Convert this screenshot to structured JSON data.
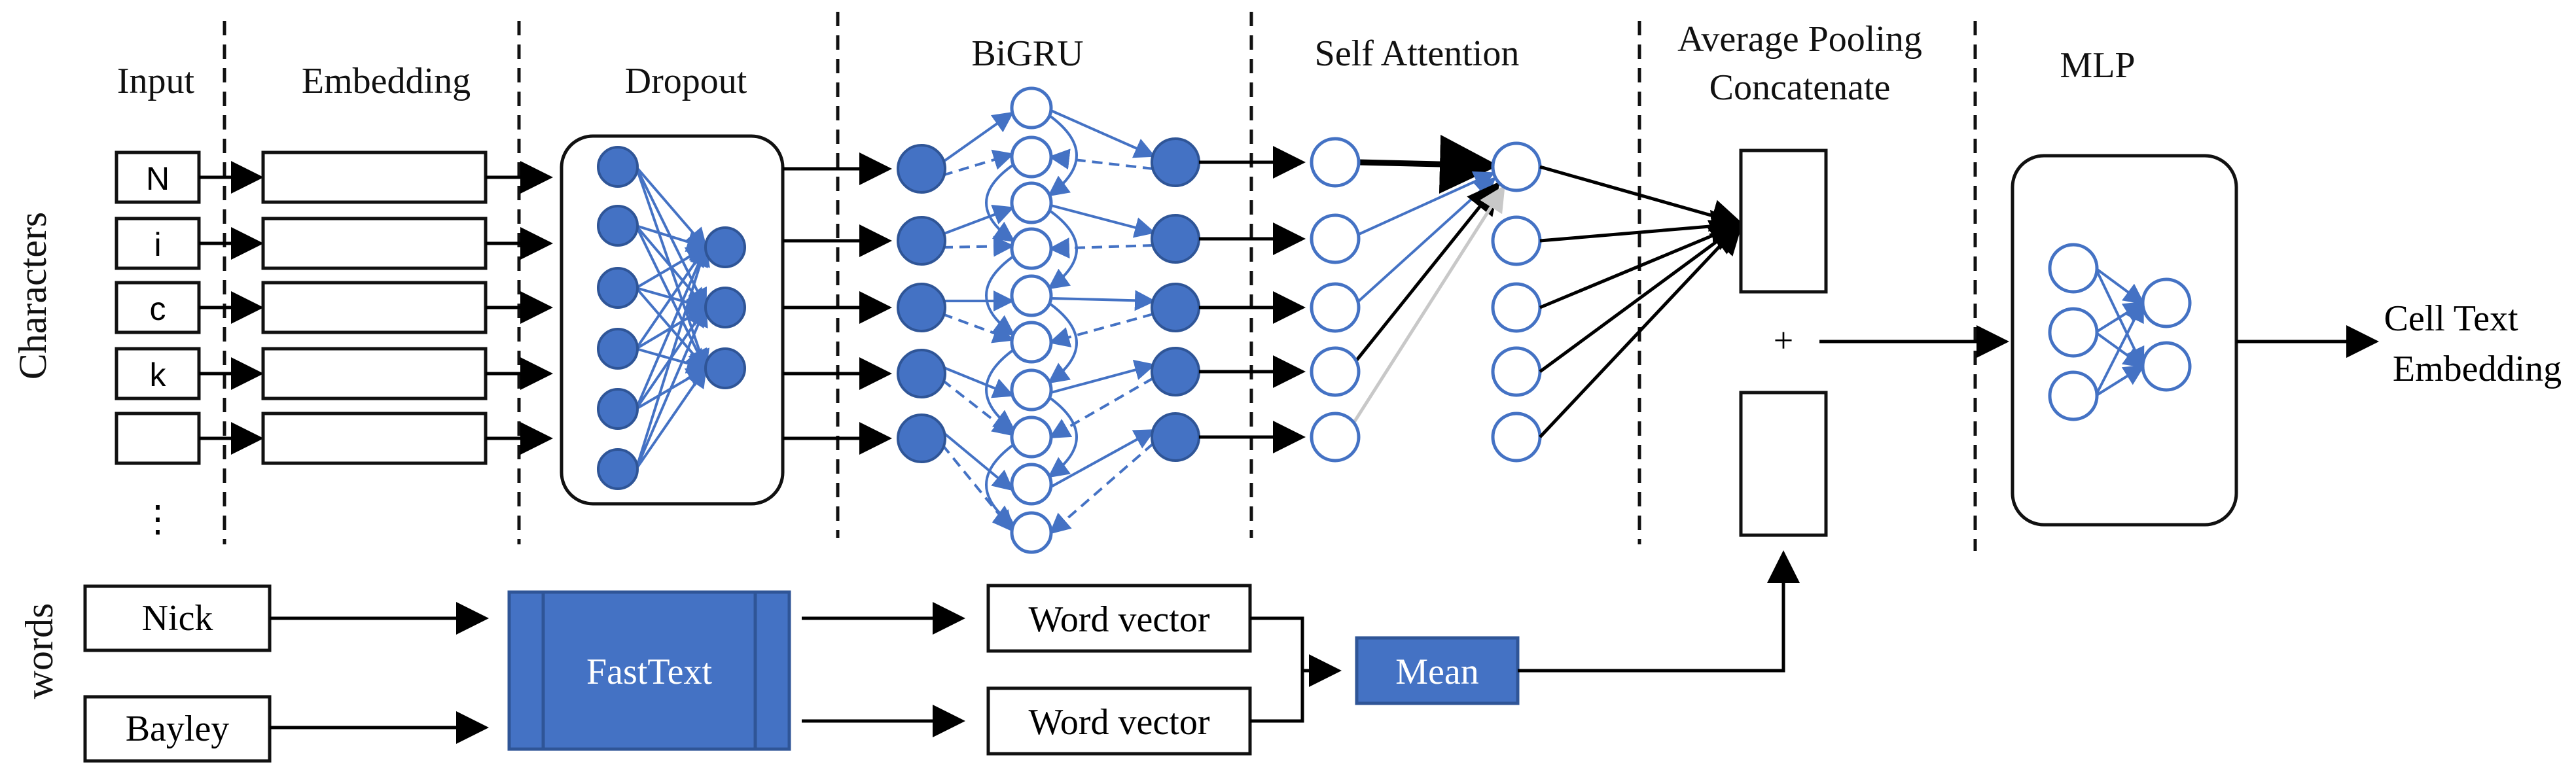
{
  "headers": {
    "input": "Input",
    "embedding": "Embedding",
    "dropout": "Dropout",
    "bigru": "BiGRU",
    "self_attention": "Self Attention",
    "pooling_line1": "Average Pooling",
    "pooling_line2": "Concatenate",
    "mlp": "MLP"
  },
  "side_labels": {
    "characters": "Characters",
    "words": "words"
  },
  "characters": [
    "N",
    "i",
    "c",
    "k",
    ""
  ],
  "ellipsis": "⋮",
  "words": [
    "Nick",
    "Bayley"
  ],
  "fasttext_label": "FastText",
  "word_vector_labels": [
    "Word vector",
    "Word vector"
  ],
  "mean_label": "Mean",
  "plus_sign": "+",
  "output_line1": "Cell Text",
  "output_line2": "Embedding",
  "colors": {
    "accent_blue": "#4472C4",
    "line_black": "#000000",
    "attention_gray": "#C8C8C8"
  }
}
